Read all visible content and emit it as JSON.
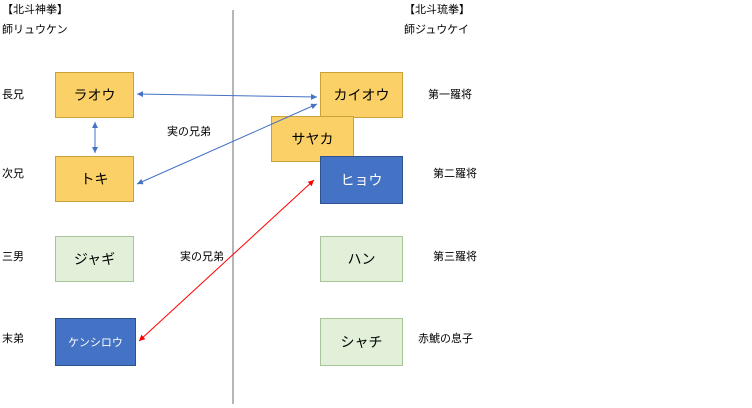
{
  "left_school": {
    "title": "【北斗神拳】",
    "master": "師リュウケン",
    "ranks": [
      "長兄",
      "次兄",
      "三男",
      "末弟"
    ],
    "members": [
      "ラオウ",
      "トキ",
      "ジャギ",
      "ケンシロウ"
    ]
  },
  "right_school": {
    "title": "【北斗琉拳】",
    "master": "師ジュウケイ",
    "ranks": [
      "第一羅将",
      "第二羅将",
      "第三羅将",
      "赤鯱の息子"
    ],
    "members": [
      "カイオウ",
      "サヤカ",
      "ヒョウ",
      "ハン",
      "シャチ"
    ]
  },
  "notes": {
    "real_siblings_1": "実の兄弟",
    "real_siblings_2": "実の兄弟"
  },
  "colors": {
    "blue_arrow": "#4472c4",
    "red_arrow": "#ff0000",
    "yellow_box": "#fbd066",
    "blue_box": "#4472c4",
    "green_box": "#e2efd9"
  }
}
